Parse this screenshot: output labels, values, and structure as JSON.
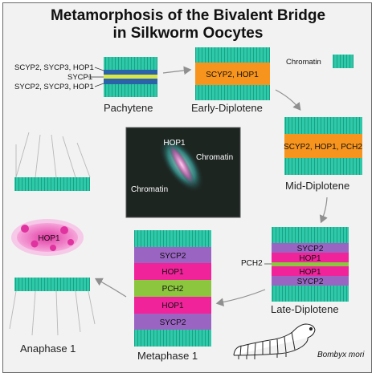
{
  "title": {
    "line1": "Metamorphosis of the Bivalent Bridge",
    "line2": "in Silkworm Oocytes"
  },
  "legend": {
    "label": "Chromatin"
  },
  "stages": {
    "pachytene": {
      "name": "Pachytene",
      "label_top": "SCYP2, SYCP3, HOP1",
      "label_mid": "SYCP1",
      "label_bottom": "SYCP2, SYCP3, HOP1"
    },
    "early_diplotene": {
      "name": "Early-Diplotene",
      "band": "SCYP2, HOP1"
    },
    "mid_diplotene": {
      "name": "Mid-Diplotene",
      "band": "SCYP2, HOP1, PCH2"
    },
    "late_diplotene": {
      "name": "Late-Diplotene",
      "bands": [
        "SYCP2",
        "HOP1",
        "",
        "HOP1",
        "SYCP2"
      ],
      "callout": "PCH2"
    },
    "metaphase_1": {
      "name": "Metaphase 1",
      "bands": [
        "SYCP2",
        "HOP1",
        "PCH2",
        "HOP1",
        "SYCP2"
      ]
    },
    "anaphase_1": {
      "name": "Anaphase 1",
      "blob": "HOP1"
    }
  },
  "micrograph": {
    "label_hop1": "HOP1",
    "label_chromatin_right": "Chromatin",
    "label_chromatin_left": "Chromatin"
  },
  "species": "Bombyx mori",
  "colors": {
    "chromatin": "#2ec9a8",
    "sycp1": "#d9e64a",
    "orange": "#f7941d",
    "purple": "#9a64c3",
    "magenta": "#f0239a",
    "green": "#8cc63f",
    "pink_blob": "#f06fc3",
    "arrow": "#8f8f8f",
    "background": "#f2f2f2"
  }
}
